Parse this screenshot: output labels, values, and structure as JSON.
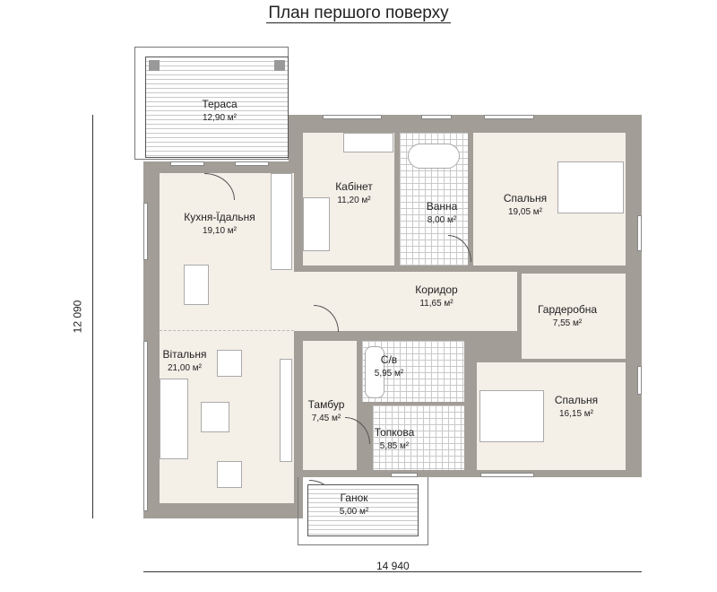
{
  "title": "План першого поверху",
  "dimensions": {
    "height": "12 090",
    "width": "14 940"
  },
  "rooms": [
    {
      "name": "Тераса",
      "area": "12,90 м²"
    },
    {
      "name": "Кухня-Їдальня",
      "area": "19,10 м²"
    },
    {
      "name": "Кабінет",
      "area": "11,20 м²"
    },
    {
      "name": "Ванна",
      "area": "8,00 м²"
    },
    {
      "name": "Спальня",
      "area": "19,05 м²"
    },
    {
      "name": "Коридор",
      "area": "11,65 м²"
    },
    {
      "name": "Гардеробна",
      "area": "7,55 м²"
    },
    {
      "name": "Вітальня",
      "area": "21,00 м²"
    },
    {
      "name": "С/в",
      "area": "5,95 м²"
    },
    {
      "name": "Тамбур",
      "area": "7,45 м²"
    },
    {
      "name": "Спальня",
      "area": "16,15 м²"
    },
    {
      "name": "Топкова",
      "area": "5,85 м²"
    },
    {
      "name": "Ганок",
      "area": "5,00 м²"
    }
  ],
  "colors": {
    "wall": "#a29e97",
    "floor": "#f4efe7"
  }
}
